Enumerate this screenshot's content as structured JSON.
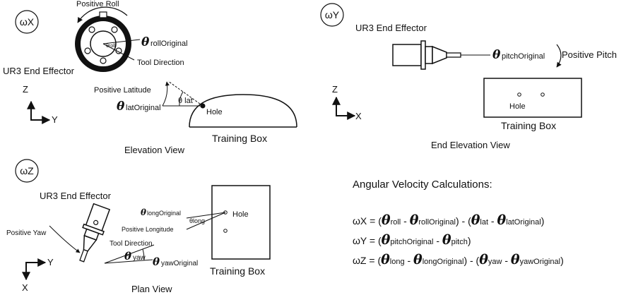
{
  "panels": {
    "wx": {
      "tag": "ωX",
      "positive_roll": "Positive Roll",
      "theta_roll": "θroll",
      "theta_roll_original": "rollOriginal",
      "tool_direction": "Tool Direction",
      "end_effector": "UR3 End Effector",
      "positive_latitude": "Positive Latitude",
      "theta_lat": "θ lat",
      "theta_lat_original": "latOriginal",
      "hole": "Hole",
      "training_box": "Training Box",
      "view_title": "Elevation View",
      "axis_vertical": "Z",
      "axis_horizontal": "Y"
    },
    "wy": {
      "tag": "ωY",
      "end_effector": "UR3 End Effector",
      "theta_pitch_original": "pitchOriginal",
      "positive_pitch": "Positive Pitch",
      "hole": "Hole",
      "training_box": "Training Box",
      "view_title": "End Elevation View",
      "axis_vertical": "Z",
      "axis_horizontal": "X"
    },
    "wz": {
      "tag": "ωZ",
      "end_effector": "UR3 End Effector",
      "theta_long_original": "longOriginal",
      "positive_longitude": "Positive Longitude",
      "theta_long": "θlong",
      "hole": "Hole",
      "tool_direction": "Tool Direction",
      "positive_yaw": "Positive Yaw",
      "theta_yaw": "yaw",
      "theta_yaw_original": "yawOriginal",
      "training_box": "Training Box",
      "view_title": "Plan View",
      "axis_horizontal": "Y",
      "axis_vertical": "X"
    }
  },
  "calculations": {
    "title": "Angular Velocity Calculations:",
    "theta_symbol": "θ",
    "wx": {
      "lhs": "ωX = (",
      "a": "roll",
      "minus1": " - ",
      "b": "rollOriginal",
      "mid": ") - (",
      "c": "lat",
      "minus2": " - ",
      "d": "latOriginal",
      "end": ")"
    },
    "wy": {
      "lhs": "ωY = (",
      "a": "pitchOriginal",
      "minus1": " - ",
      "b": "pitch",
      "end": ")"
    },
    "wz": {
      "lhs": "ωZ = (",
      "a": "long",
      "minus1": " - ",
      "b": "longOriginal",
      "mid": ") - (",
      "c": "yaw",
      "minus2": " - ",
      "d": "yawOriginal",
      "end": ")"
    }
  }
}
